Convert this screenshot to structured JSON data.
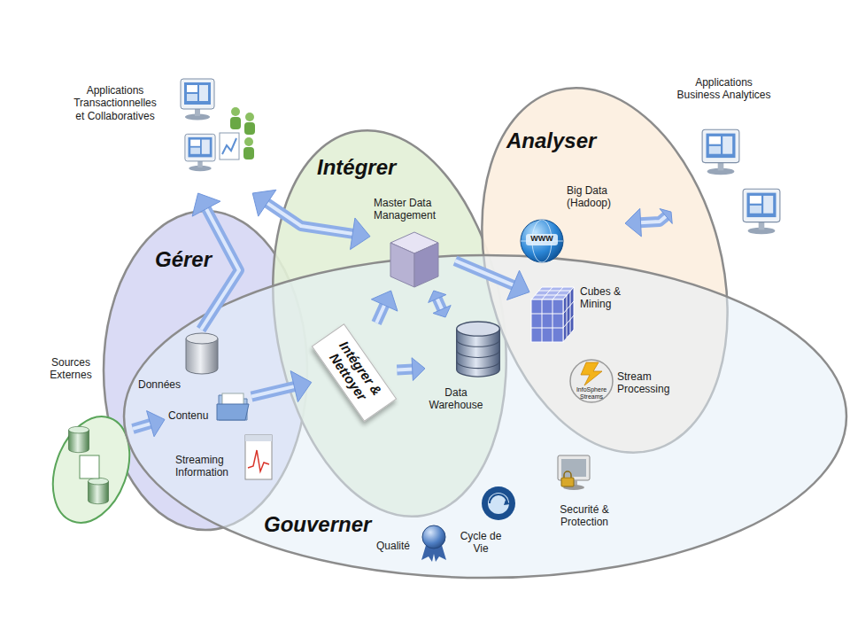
{
  "diagram": {
    "nodes": [
      {
        "text": [
          "Applications Transactionnelles et Collaboratives"
        ]
      },
      {
        "text": [
          "Applications Business Analytices"
        ]
      },
      {
        "text": [
          "Gérer"
        ]
      },
      {
        "text": [
          "Données"
        ],
        "in": 2
      },
      {
        "text": [
          "Contenu"
        ],
        "in": 2
      },
      {
        "text": [
          "Streaming Information"
        ],
        "in": 2
      },
      {
        "text": [
          "Intégrer"
        ]
      },
      {
        "text": [
          "Master Data Management"
        ],
        "in": 6
      },
      {
        "text": [
          "Intégrer & Nettoyer"
        ],
        "in": 6
      },
      {
        "text": [
          "Data Warehouse"
        ],
        "in": 6
      },
      {
        "text": [
          "Analyser"
        ]
      },
      {
        "text": [
          "Big Data (Hadoop)"
        ],
        "in": 10
      },
      {
        "text": [
          "Cubes & Mining"
        ],
        "in": 10
      },
      {
        "text": [
          "Stream Processing"
        ],
        "in": 10
      },
      {
        "text": [
          "Sources Externes"
        ]
      },
      {
        "text": [
          "Gouverner"
        ]
      },
      {
        "text": [
          "Qualité"
        ],
        "in": 15
      },
      {
        "text": [
          "Cycle de Vie"
        ],
        "in": 15
      },
      {
        "text": [
          "Securité & Protection"
        ],
        "in": 15
      }
    ],
    "edges": [
      {
        "from": 14,
        "to": 4,
        "arrow": "to"
      },
      {
        "from": 3,
        "to": 0,
        "arrow": "to"
      },
      {
        "from": 0,
        "to": 7,
        "arrow": "both"
      },
      {
        "from": 4,
        "to": 8,
        "arrow": "to"
      },
      {
        "from": 8,
        "to": 7,
        "arrow": "to"
      },
      {
        "from": 8,
        "to": 9,
        "arrow": "to"
      },
      {
        "from": 7,
        "to": 9,
        "arrow": "both"
      },
      {
        "from": 7,
        "to": 12,
        "arrow": "to"
      },
      {
        "from": 11,
        "to": 1,
        "arrow": "both"
      }
    ],
    "labels": [
      "WWW",
      "InfoSphere Streams"
    ]
  }
}
